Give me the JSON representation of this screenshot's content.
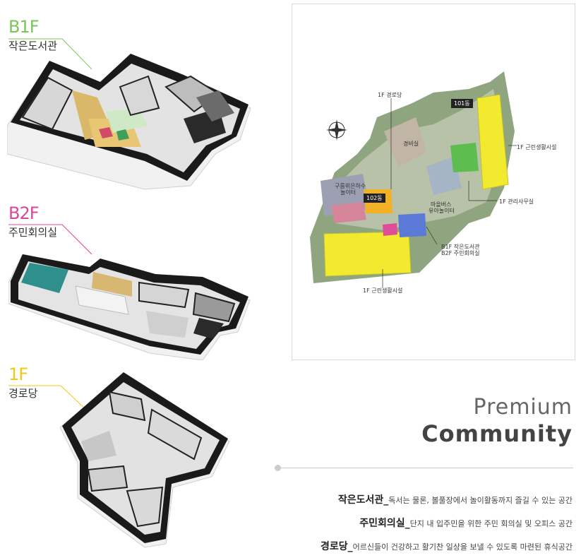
{
  "floors": [
    {
      "code": "B1F",
      "name": "작은도서관",
      "color": "#7cc35a"
    },
    {
      "code": "B2F",
      "name": "주민회의실",
      "color": "#d8479a"
    },
    {
      "code": "1F",
      "name": "경로당",
      "color": "#f2c81d"
    }
  ],
  "map": {
    "labels": {
      "gyeongrodang": "1F 경로당",
      "dong101": "101동",
      "retail_right": "1F 근린생활시설",
      "guard": "경비실",
      "playground_water": "구름위은하수",
      "playground_water2": "놀이터",
      "dong102": "102동",
      "management": "1F 관리사무실",
      "playground_bus1": "마을버스",
      "playground_bus2": "유아놀이터",
      "library1": "B1F 작은도서관",
      "library2": "B2F 주민회의실",
      "retail_bottom": "1F 근린생활시설"
    }
  },
  "title": {
    "line1": "Premium",
    "line2": "Community"
  },
  "descriptions": [
    {
      "term": "작은도서관_",
      "text": "독서는 물론, 볼풀장에서 놀이활동까지 즐길 수 있는 공간"
    },
    {
      "term": "주민회의실_",
      "text": "단지 내 입주민을 위한 주민 회의실 및 오피스 공간"
    },
    {
      "term": "경로당_",
      "text": "어르신들이 건강하고 활기찬 일상을 보낼 수 있도록 마련된 휴식공간"
    }
  ]
}
